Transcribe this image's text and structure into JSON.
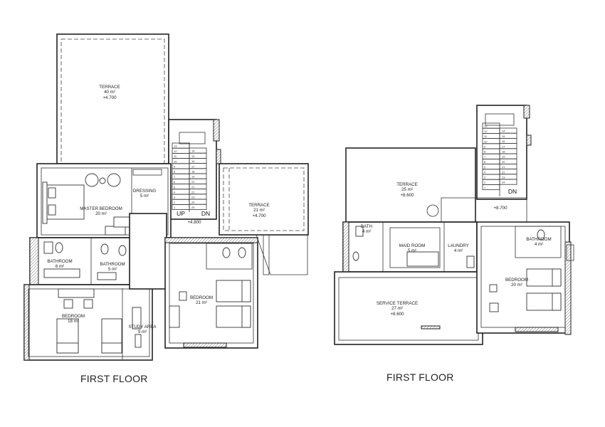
{
  "plans": [
    {
      "title": "FIRST FLOOR",
      "rooms": [
        {
          "name": "TERRACE",
          "area": "40 m²",
          "level": "+4.700"
        },
        {
          "name": "DRESSING",
          "area": "5 m²"
        },
        {
          "name": "MASTER BEDROOM",
          "area": "20 m²"
        },
        {
          "name": "TERRACE",
          "area": "21 m²",
          "level": "+4.700"
        },
        {
          "name": "BATHROOM",
          "area": "6 m²"
        },
        {
          "name": "BATHROOM",
          "area": "5 m²"
        },
        {
          "name": "BEDROOM",
          "area": "18 m²"
        },
        {
          "name": "STUDY AREA",
          "area": "9 m²"
        },
        {
          "name": "BEDROOM",
          "area": "21 m²"
        }
      ],
      "stair": {
        "up": "UP",
        "down": "DN",
        "level": "+4.800",
        "left_steps": [
          "13",
          "12",
          "11",
          "10",
          "9",
          "8",
          "7",
          "6",
          "5",
          "4",
          "3",
          "2",
          "1"
        ],
        "right_steps": [
          "14",
          "15",
          "16",
          "17",
          "18",
          "19",
          "20",
          "21",
          "22",
          "23",
          "24",
          "25"
        ]
      }
    },
    {
      "title": "FIRST FLOOR",
      "rooms": [
        {
          "name": "TERRACE",
          "area": "25 m²",
          "level": "+8.600"
        },
        {
          "name": "BATH",
          "area": "4 m²"
        },
        {
          "name": "MAID ROOM",
          "area": "5 m²"
        },
        {
          "name": "LAUNDRY",
          "area": "4 m²"
        },
        {
          "name": "BATHROOM",
          "area": "4 m²"
        },
        {
          "name": "BEDROOM",
          "area": "20 m²"
        },
        {
          "name": "SERVICE TERRACE",
          "area": "27 m²",
          "level": "+8.600"
        }
      ],
      "stair": {
        "down": "DN",
        "level": "+8.700",
        "left_steps": [
          "13",
          "12",
          "11",
          "10",
          "9",
          "8",
          "7",
          "6",
          "5",
          "4",
          "3",
          "2",
          "1"
        ],
        "right_steps": [
          "14",
          "15",
          "16",
          "17",
          "18",
          "19",
          "20",
          "21",
          "22",
          "23",
          "24"
        ]
      }
    }
  ]
}
